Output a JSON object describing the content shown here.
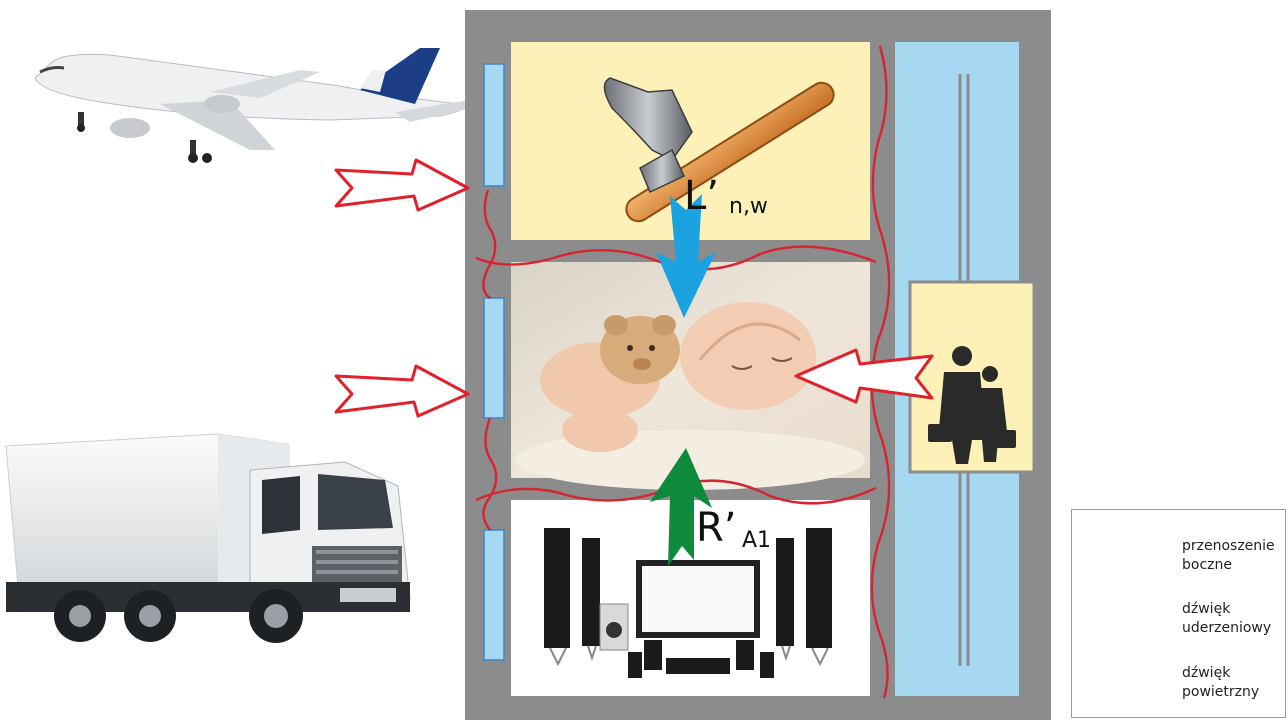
{
  "labels": {
    "impact_main": "L’",
    "impact_sub": "n,w",
    "airborne_main": "R’",
    "airborne_sub": "A1"
  },
  "legend": {
    "items": [
      {
        "text_line1": "przenoszenie",
        "text_line2": "boczne",
        "icon": "red-wavy-line-icon",
        "color": "#d62430"
      },
      {
        "text_line1": "dźwięk",
        "text_line2": "uderzeniowy",
        "icon": "blue-arrow-icon",
        "color": "#1aa3e0"
      },
      {
        "text_line1": "dźwięk",
        "text_line2": "powietrzny",
        "icon": "green-arrow-icon",
        "color": "#0e8a3c"
      }
    ]
  },
  "colors": {
    "wall": "#8c8c8c",
    "room_yellow": "#fdf1b8",
    "elevator_shaft": "#a7d8f2",
    "window": "#a7d8f2",
    "flanking": "#d62430",
    "impact_arrow": "#1aa3e0",
    "airborne_arrow": "#0e8a3c",
    "outdoor_arrow": "#e0202a"
  }
}
